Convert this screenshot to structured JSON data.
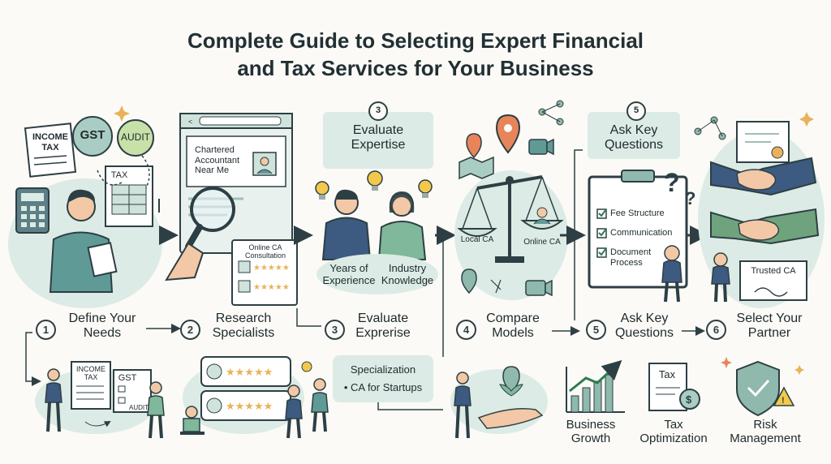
{
  "title_line1": "Complete Guide to Selecting Expert Financial",
  "title_line2": "and Tax Services for Your Business",
  "colors": {
    "teal": "#8fb9ad",
    "pale": "#dcebe5",
    "ink": "#2d3f44",
    "skin": "#f2c8a6",
    "gold": "#f2c94c",
    "orange": "#e8845a",
    "blue": "#3d5a80"
  },
  "panel1": {
    "doc_income": "INCOME",
    "doc_tax": "TAX",
    "bubble_gst": "GST",
    "bubble_audit": "AUDIT",
    "form_tax": "TAX"
  },
  "panel2": {
    "search_line1": "Chartered",
    "search_line2": "Accountant",
    "search_line3": "Near Me",
    "online_line1": "Online CA",
    "online_line2": "Consultation"
  },
  "panel3": {
    "header_line1": "Evaluate",
    "header_line2": "Expertise",
    "num": "3",
    "years_line1": "Years of",
    "years_line2": "Experience",
    "industry_line1": "Industry",
    "industry_line2": "Knowledge"
  },
  "panel4": {
    "local": "Local CA",
    "online": "Online CA"
  },
  "panel5": {
    "header_line1": "Ask Key",
    "header_line2": "Questions",
    "num": "5",
    "item1": "Fee Structure",
    "item2": "Communication",
    "item3_line1": "Document",
    "item3_line2": "Process"
  },
  "panel6": {
    "cert": "Trusted CA"
  },
  "steps": [
    {
      "num": "1",
      "line1": "Define Your",
      "line2": "Needs"
    },
    {
      "num": "2",
      "line1": "Research",
      "line2": "Specialists"
    },
    {
      "num": "3",
      "line1": "Evaluate",
      "line2": "Exprerise"
    },
    {
      "num": "4",
      "line1": "Compare",
      "line2": "Models"
    },
    {
      "num": "5",
      "line1": "Ask Key",
      "line2": "Questions"
    },
    {
      "num": "6",
      "line1": "Select Your",
      "line2": "Partner"
    }
  ],
  "bottom1": {
    "doc_income": "INCOME",
    "doc_tax": "TAX",
    "doc_gst": "GST",
    "doc_audit": "AUDIT"
  },
  "bottom3": {
    "title": "Specialization",
    "bullet": "• CA for Startups"
  },
  "outcomes": [
    {
      "line1": "Business",
      "line2": "Growth"
    },
    {
      "line1": "Tax",
      "line2": "Optimization"
    },
    {
      "line1": "Risk",
      "line2": "Management"
    }
  ],
  "outcome_tax_doc": "Tax"
}
